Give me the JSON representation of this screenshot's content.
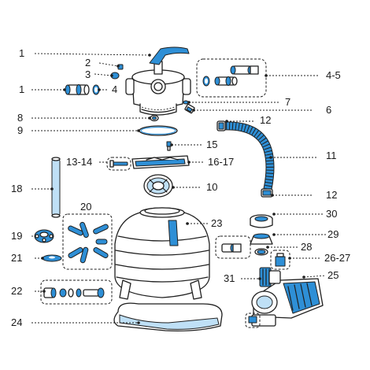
{
  "labels": {
    "l1a": "1",
    "l1b": "1",
    "l2": "2",
    "l3": "3",
    "l4": "4",
    "l45": "4-5",
    "l6": "6",
    "l7": "7",
    "l8": "8",
    "l9": "9",
    "l10": "10",
    "l11": "11",
    "l12a": "12",
    "l12b": "12",
    "l1314": "13-14",
    "l15": "15",
    "l1617": "16-17",
    "l18": "18",
    "l19": "19",
    "l20": "20",
    "l21": "21",
    "l22": "22",
    "l23": "23",
    "l24": "24",
    "l25": "25",
    "l2627": "26-27",
    "l28": "28",
    "l29": "29",
    "l30": "30",
    "l31": "31"
  },
  "colors": {
    "accent": "#2e8fd6",
    "light_accent": "#bfe0f6",
    "outline": "#1f1f1f"
  }
}
